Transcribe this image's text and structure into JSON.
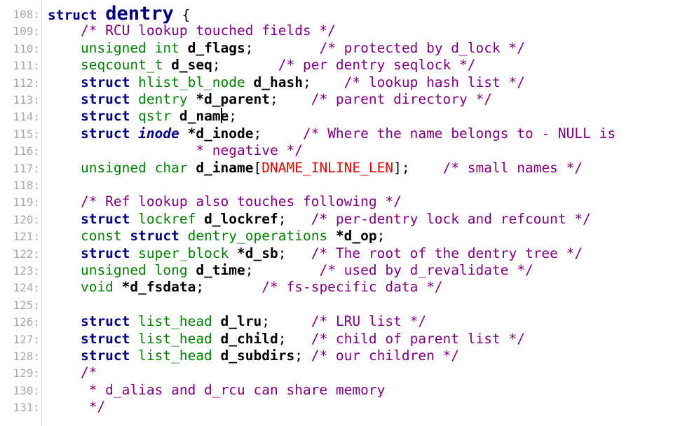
{
  "lines": [
    {
      "num": "108:",
      "parts": [
        {
          "c": "kw",
          "t": "struct "
        },
        {
          "c": "kw-big",
          "t": "dentry"
        },
        {
          "c": "punc",
          "t": " {"
        }
      ]
    },
    {
      "num": "109:",
      "parts": [
        {
          "c": "cm",
          "t": "    /* RCU lookup touched fields */"
        }
      ]
    },
    {
      "num": "110:",
      "parts": [
        {
          "c": "type",
          "t": "    unsigned int "
        },
        {
          "c": "id",
          "t": "d_flags"
        },
        {
          "c": "punc",
          "t": ";        "
        },
        {
          "c": "cm",
          "t": "/* protected by d_lock */"
        }
      ]
    },
    {
      "num": "111:",
      "parts": [
        {
          "c": "type",
          "t": "    seqcount_t "
        },
        {
          "c": "id",
          "t": "d_seq"
        },
        {
          "c": "punc",
          "t": ";       "
        },
        {
          "c": "cm",
          "t": "/* per dentry seqlock */"
        }
      ]
    },
    {
      "num": "112:",
      "parts": [
        {
          "c": "kw",
          "t": "    struct "
        },
        {
          "c": "type",
          "t": "hlist_bl_node "
        },
        {
          "c": "id",
          "t": "d_hash"
        },
        {
          "c": "punc",
          "t": ";    "
        },
        {
          "c": "cm",
          "t": "/* lookup hash list */"
        }
      ]
    },
    {
      "num": "113:",
      "parts": [
        {
          "c": "kw",
          "t": "    struct "
        },
        {
          "c": "type",
          "t": "dentry "
        },
        {
          "c": "id",
          "t": "*d_parent"
        },
        {
          "c": "punc",
          "t": ";    "
        },
        {
          "c": "cm",
          "t": "/* parent directory */"
        }
      ]
    },
    {
      "num": "114:",
      "parts": [
        {
          "c": "kw",
          "t": "    struct "
        },
        {
          "c": "type",
          "t": "qstr "
        },
        {
          "c": "id",
          "t": "d_nam"
        },
        {
          "c": "caret",
          "t": ""
        },
        {
          "c": "id",
          "t": "e"
        },
        {
          "c": "punc",
          "t": ";"
        }
      ]
    },
    {
      "num": "115:",
      "parts": [
        {
          "c": "kw",
          "t": "    struct "
        },
        {
          "c": "ital",
          "t": "inode "
        },
        {
          "c": "id",
          "t": "*d_inode"
        },
        {
          "c": "punc",
          "t": ";     "
        },
        {
          "c": "cm",
          "t": "/* Where the name belongs to - NULL is"
        }
      ]
    },
    {
      "num": "116:",
      "parts": [
        {
          "c": "cm",
          "t": "                  * negative */"
        }
      ]
    },
    {
      "num": "117:",
      "parts": [
        {
          "c": "type",
          "t": "    unsigned char "
        },
        {
          "c": "id",
          "t": "d_iname"
        },
        {
          "c": "punc",
          "t": "["
        },
        {
          "c": "macro",
          "t": "DNAME_INLINE_LEN"
        },
        {
          "c": "punc",
          "t": "];    "
        },
        {
          "c": "cm",
          "t": "/* small names */"
        }
      ]
    },
    {
      "num": "118:",
      "parts": []
    },
    {
      "num": "119:",
      "parts": [
        {
          "c": "cm",
          "t": "    /* Ref lookup also touches following */"
        }
      ]
    },
    {
      "num": "120:",
      "parts": [
        {
          "c": "kw",
          "t": "    struct "
        },
        {
          "c": "type",
          "t": "lockref "
        },
        {
          "c": "id",
          "t": "d_lockref"
        },
        {
          "c": "punc",
          "t": ";   "
        },
        {
          "c": "cm",
          "t": "/* per-dentry lock and refcount */"
        }
      ]
    },
    {
      "num": "121:",
      "parts": [
        {
          "c": "type",
          "t": "    const "
        },
        {
          "c": "kw",
          "t": "struct "
        },
        {
          "c": "type",
          "t": "dentry_operations "
        },
        {
          "c": "id",
          "t": "*d_op"
        },
        {
          "c": "punc",
          "t": ";"
        }
      ]
    },
    {
      "num": "122:",
      "parts": [
        {
          "c": "kw",
          "t": "    struct "
        },
        {
          "c": "type",
          "t": "super_block "
        },
        {
          "c": "id",
          "t": "*d_sb"
        },
        {
          "c": "punc",
          "t": ";   "
        },
        {
          "c": "cm",
          "t": "/* The root of the dentry tree */"
        }
      ]
    },
    {
      "num": "123:",
      "parts": [
        {
          "c": "type",
          "t": "    unsigned long "
        },
        {
          "c": "id",
          "t": "d_time"
        },
        {
          "c": "punc",
          "t": ";        "
        },
        {
          "c": "cm",
          "t": "/* used by d_revalidate */"
        }
      ]
    },
    {
      "num": "124:",
      "parts": [
        {
          "c": "type",
          "t": "    void "
        },
        {
          "c": "id",
          "t": "*d_fsdata"
        },
        {
          "c": "punc",
          "t": ";       "
        },
        {
          "c": "cm",
          "t": "/* fs-specific data */"
        }
      ]
    },
    {
      "num": "125:",
      "parts": []
    },
    {
      "num": "126:",
      "parts": [
        {
          "c": "kw",
          "t": "    struct "
        },
        {
          "c": "type",
          "t": "list_head "
        },
        {
          "c": "id",
          "t": "d_lru"
        },
        {
          "c": "punc",
          "t": ";     "
        },
        {
          "c": "cm",
          "t": "/* LRU list */"
        }
      ]
    },
    {
      "num": "127:",
      "parts": [
        {
          "c": "kw",
          "t": "    struct "
        },
        {
          "c": "type",
          "t": "list_head "
        },
        {
          "c": "id",
          "t": "d_child"
        },
        {
          "c": "punc",
          "t": ";   "
        },
        {
          "c": "cm",
          "t": "/* child of parent list */"
        }
      ]
    },
    {
      "num": "128:",
      "parts": [
        {
          "c": "kw",
          "t": "    struct "
        },
        {
          "c": "type",
          "t": "list_head "
        },
        {
          "c": "id",
          "t": "d_subdirs"
        },
        {
          "c": "punc",
          "t": "; "
        },
        {
          "c": "cm",
          "t": "/* our children */"
        }
      ]
    },
    {
      "num": "129:",
      "parts": [
        {
          "c": "cm",
          "t": "    /*"
        }
      ]
    },
    {
      "num": "130:",
      "parts": [
        {
          "c": "cm",
          "t": "     * d_alias and d_rcu can share memory"
        }
      ]
    },
    {
      "num": "131:",
      "parts": [
        {
          "c": "cm",
          "t": "     */"
        }
      ]
    }
  ]
}
